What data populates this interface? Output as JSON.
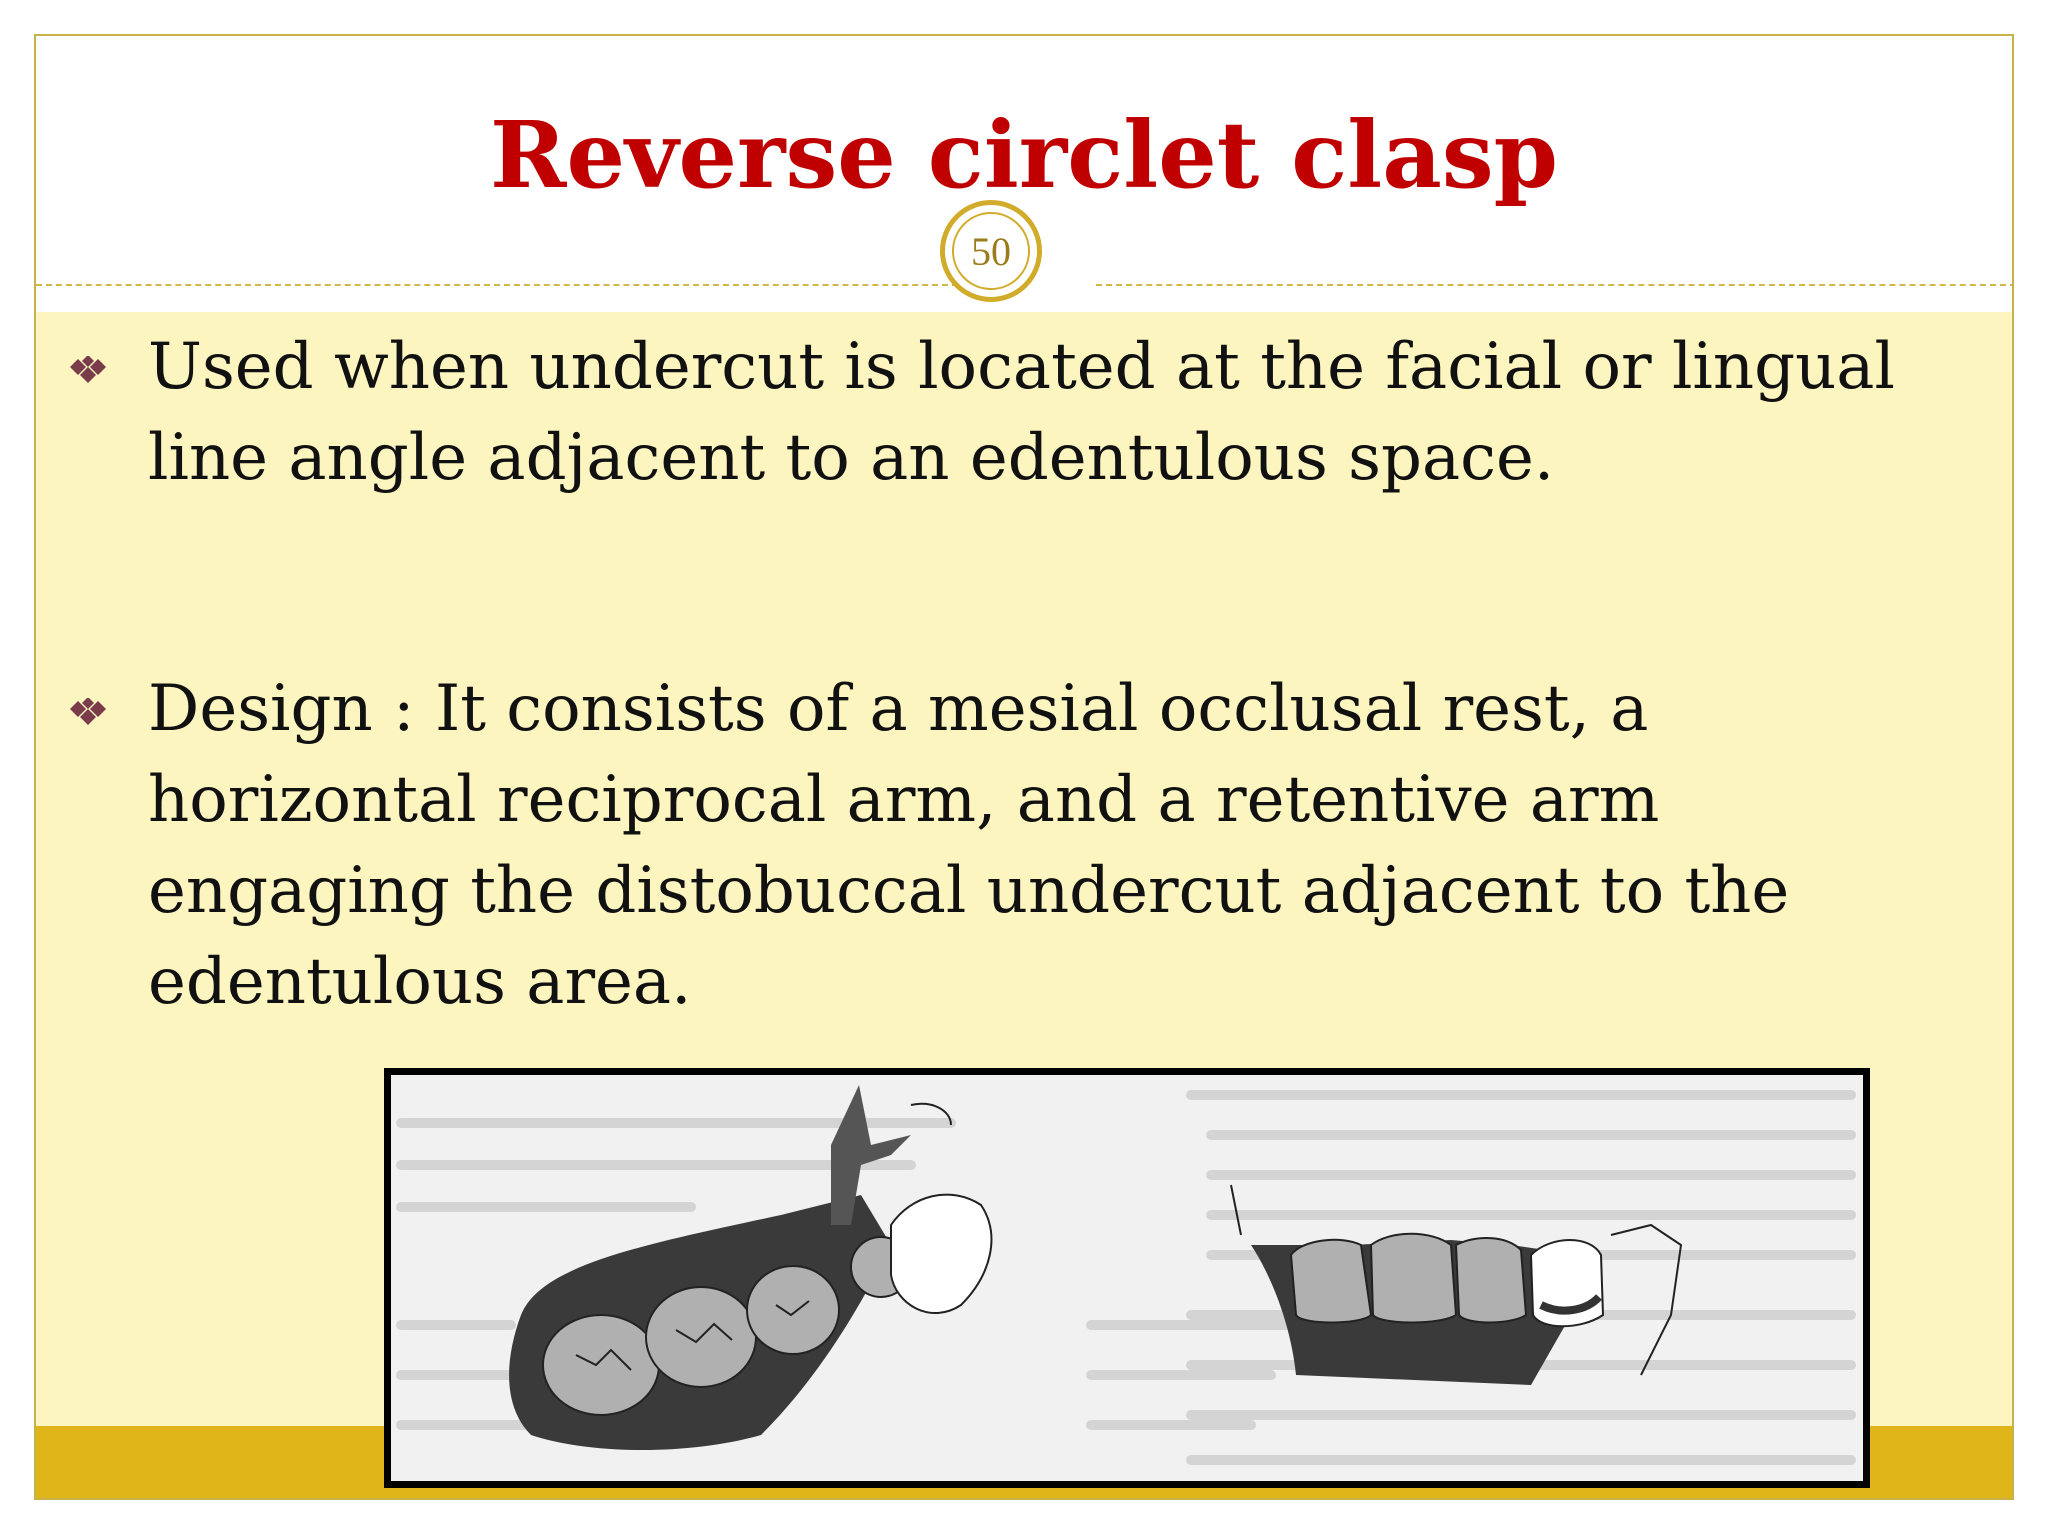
{
  "slide": {
    "title": "Reverse circlet clasp",
    "page_number": "50",
    "bullets": [
      {
        "text": "Used when undercut is located at the facial or lingual line angle adjacent to an edentulous space."
      },
      {
        "text": "Design : It consists of a mesial occlusal rest, a horizontal reciprocal arm, and a retentive arm engaging the distobuccal undercut adjacent to the edentulous area."
      }
    ],
    "bullet_icon": "four-diamond-bullet-icon"
  },
  "figure": {
    "description_icon": "dental-clasp-diagram"
  },
  "colors": {
    "title": "#c00000",
    "band": "#fcf5c0",
    "accent": "#dfb51a",
    "bullet": "#7a3b4a"
  }
}
